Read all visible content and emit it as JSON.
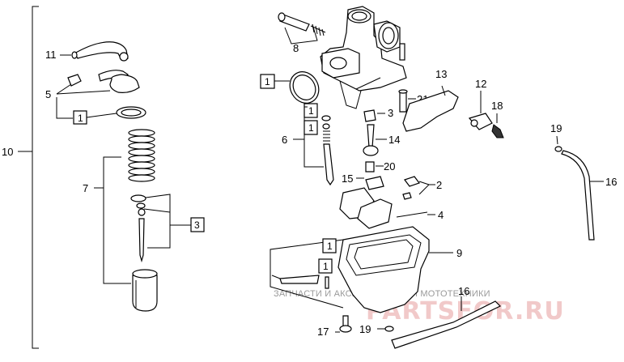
{
  "callouts": {
    "c1": "1",
    "c2": "2",
    "c3": "3",
    "c4": "4",
    "c5": "5",
    "c6": "6",
    "c7": "7",
    "c8": "8",
    "c9": "9",
    "c10": "10",
    "c11": "11",
    "c12": "12",
    "c13": "13",
    "c14": "14",
    "c15": "15",
    "c16": "16",
    "c17": "17",
    "c18": "18",
    "c19": "19",
    "c20": "20",
    "c21": "21"
  },
  "watermark": {
    "caption": "ЗАПЧАСТИ И АКСЕССУАРЫ ДЛЯ МОТОТЕХНИКИ",
    "brand": "PARTSFOR.RU"
  }
}
